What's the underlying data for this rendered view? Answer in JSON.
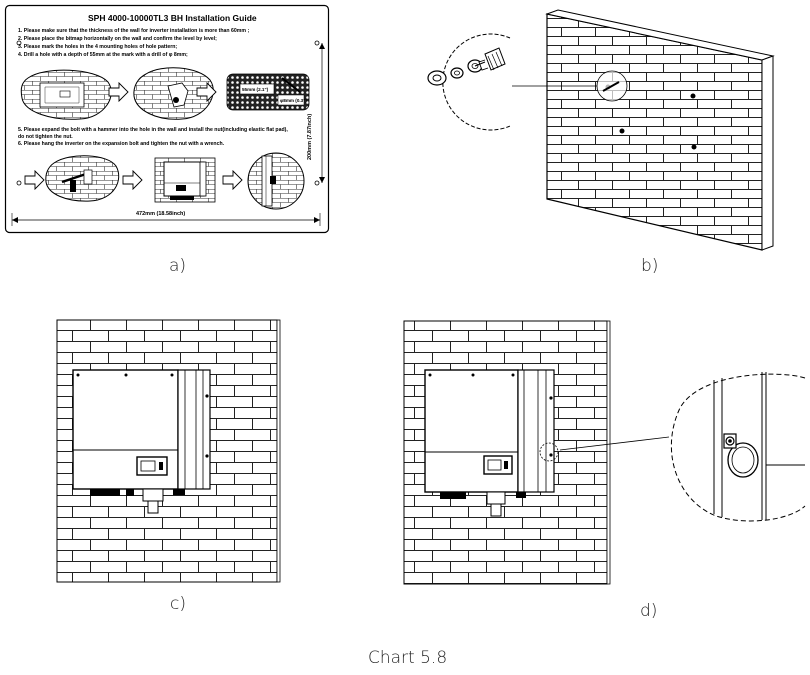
{
  "guide": {
    "title": "SPH 4000-10000TL3 BH Installation Guide",
    "steps": [
      "1. Please make sure that the thickness of the wall for inverter installation is more than 60mm ;",
      "2. Please place the bitmap horizontally on the wall and confirm the level by level;",
      "3. Please mark the holes in the 4 mounting holes of hole pattern;",
      "4. Drill a hole with a depth of 55mm at the mark with a drill of φ 8mm;",
      "5. Please expand the bolt with a hammer into the hole in the wall and install the nut(including elastic flat pad),",
      "    do not tighten the nut.",
      "6. Please hang the inverter on the expansion bolt and tighten the nut with a wrench."
    ],
    "drill_depth": "55mm (2.1\")",
    "drill_diameter": "φ8mm (0.3\")",
    "width_dimension": "472mm (18.58inch)",
    "height_dimension": "200mm (7.87inch)"
  },
  "captions": {
    "a": "a)",
    "b": "b)",
    "c": "c)",
    "d": "d)",
    "figure": "Chart 5.8"
  }
}
